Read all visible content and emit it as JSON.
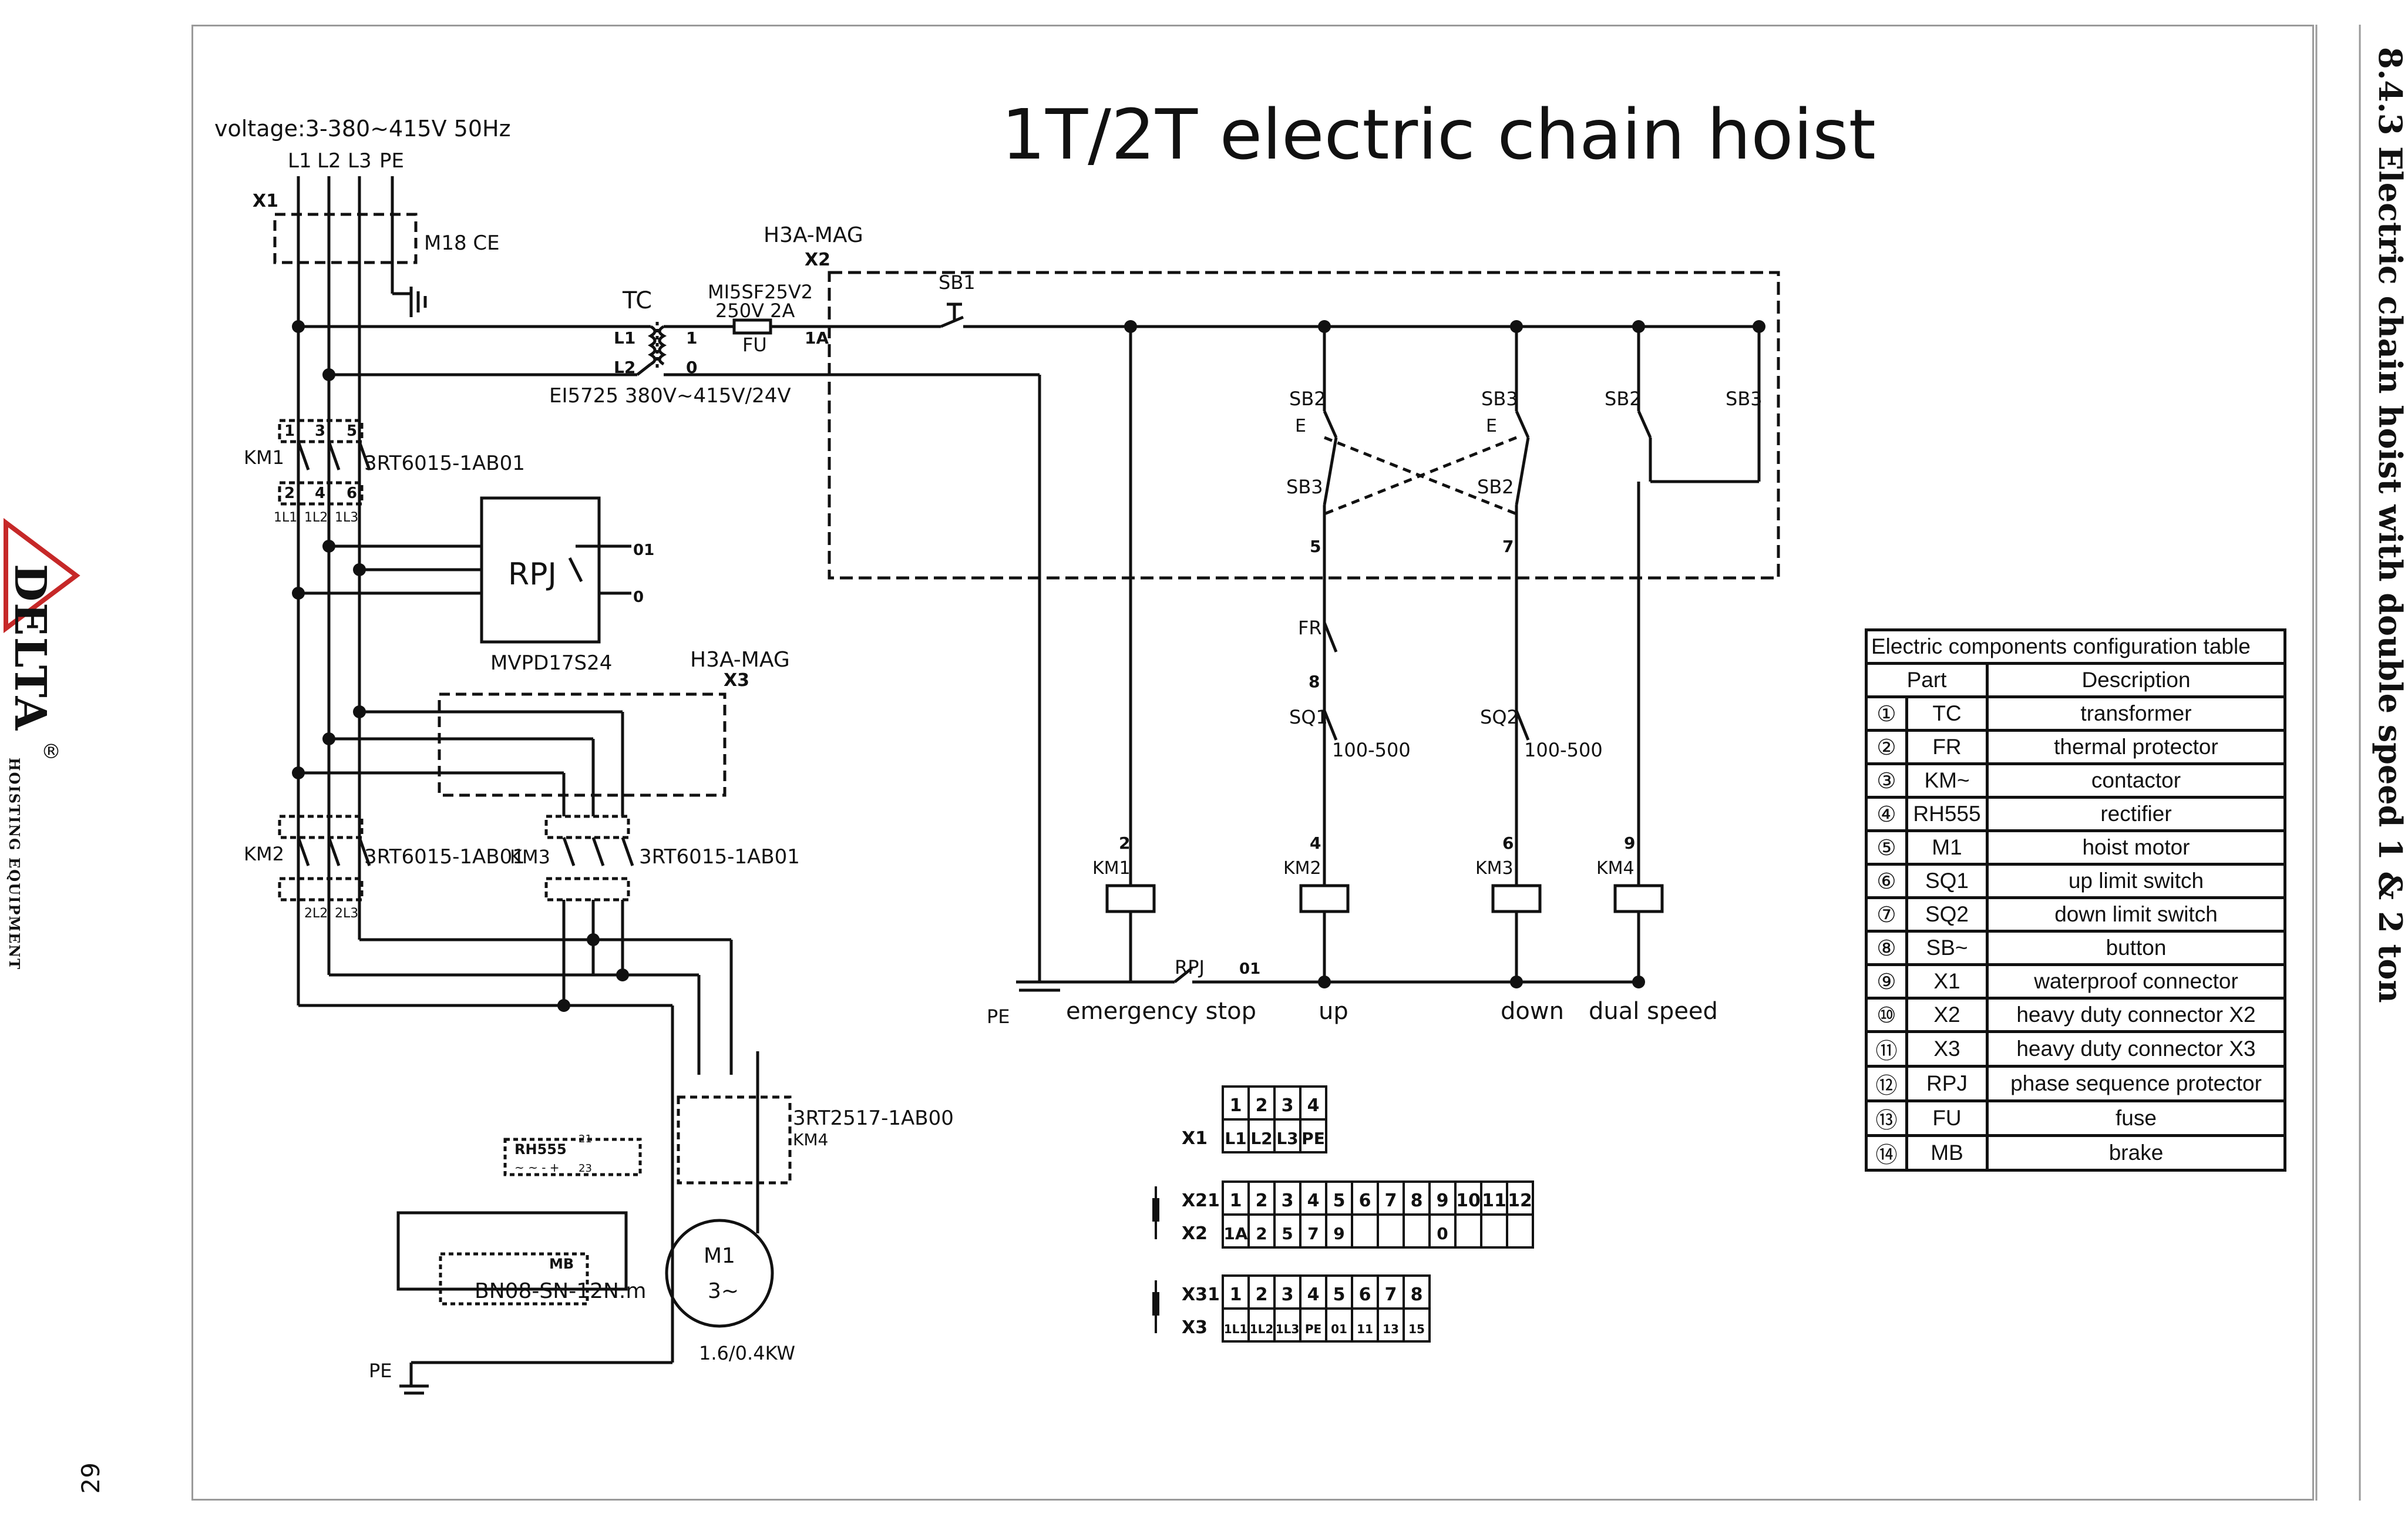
{
  "title": "1T/2T electric chain hoist",
  "side_title": "8.4.3 Electric chain hoist with double speed 1 & 2 ton",
  "page_number": "29",
  "logo": {
    "name": "DELTA",
    "registered": "®",
    "subtitle": "HOISTING EQUIPMENT"
  },
  "labels": {
    "voltage": "voltage:3-380~415V 50Hz",
    "l1": "L1",
    "l2": "L2",
    "l3": "L3",
    "pe": "PE",
    "x1": "X1",
    "x2": "X2",
    "x3": "X3",
    "m18": "M18  CE",
    "h3a_x2": "H3A-MAG",
    "h3a_x3": "H3A-MAG",
    "tc": "TC",
    "fuse_model": "MI5SF25V2",
    "fuse_rating": "250V 2A",
    "fu": "FU",
    "tc_l1": "L1",
    "tc_l2": "L2",
    "tc_1": "1",
    "tc_0": "0",
    "x2_1a": "1A",
    "transformer_model": "EI5725  380V~415V/24V",
    "km1": "KM1",
    "km2": "KM2",
    "km3": "KM3",
    "km4": "KM4",
    "contactor_model_1": "3RT6015-1AB01",
    "contactor_model_2": "3RT6015-1AB01",
    "contactor_model_3": "3RT6015-1AB01",
    "contactor_model_4": "3RT2517-1AB00",
    "t1": "1",
    "t3": "3",
    "t5": "5",
    "t2": "2",
    "t4": "4",
    "t6": "6",
    "km1_out": [
      "1L1",
      "1L2",
      "1L3"
    ],
    "km2_out": [
      "2L2",
      "2L3"
    ],
    "rpj": "RPJ",
    "rpj_model": "MVPD17S24",
    "rpj_01": "01",
    "rpj_0": "0",
    "rh555": "RH555",
    "rh555_pins": "~ ~ - +",
    "rh555_21": "21",
    "rh555_23": "23",
    "mb": "MB",
    "brake_model": "BN08-SN-12N.m",
    "motor": "M1",
    "motor_phase": "3~",
    "motor_power": "1.6/0.4KW",
    "sb1": "SB1",
    "sb2": "SB2",
    "sb3": "SB3",
    "sb2b": "SB2",
    "sb3b": "SB3",
    "sb3_lower": "SB3",
    "sb2_lower": "SB2",
    "e1": "E",
    "e2": "E",
    "fr": "FR",
    "sq1": "SQ1",
    "sq2": "SQ2",
    "range1": "100-500",
    "range2": "100-500",
    "w5": "5",
    "w7": "7",
    "w8": "8",
    "w2": "2",
    "w4": "4",
    "w6": "6",
    "w9": "9",
    "rpj_label": "RPJ",
    "rpj_01_b": "01",
    "pe_bottom": "PE",
    "pe_motor": "PE",
    "emergency_stop": "emergency stop",
    "up": "up",
    "down": "down",
    "dual_speed": "dual speed"
  },
  "connectors": {
    "x1": {
      "label": "X1",
      "pins": [
        "1",
        "2",
        "3",
        "4"
      ],
      "wires": [
        "L1",
        "L2",
        "L3",
        "PE"
      ]
    },
    "x2": {
      "label_top": "X21",
      "label_bottom": "X2",
      "pins": [
        "1",
        "2",
        "3",
        "4",
        "5",
        "6",
        "7",
        "8",
        "9",
        "10",
        "11",
        "12"
      ],
      "wires": [
        "1A",
        "2",
        "5",
        "7",
        "9",
        "",
        "",
        "",
        "0",
        "",
        "",
        ""
      ]
    },
    "x3": {
      "label_top": "X31",
      "label_bottom": "X3",
      "pins": [
        "1",
        "2",
        "3",
        "4",
        "5",
        "6",
        "7",
        "8"
      ],
      "wires": [
        "1L1",
        "1L2",
        "1L3",
        "PE",
        "01",
        "11",
        "13",
        "15"
      ]
    }
  },
  "config_table": {
    "title": "Electric components configuration table",
    "headers": [
      "Part",
      "Description"
    ],
    "rows": [
      {
        "num": "①",
        "part": "TC",
        "desc": "transformer"
      },
      {
        "num": "②",
        "part": "FR",
        "desc": "thermal protector"
      },
      {
        "num": "③",
        "part": "KM~",
        "desc": "contactor"
      },
      {
        "num": "④",
        "part": "RH555",
        "desc": "rectifier"
      },
      {
        "num": "⑤",
        "part": "M1",
        "desc": "hoist motor"
      },
      {
        "num": "⑥",
        "part": "SQ1",
        "desc": "up limit switch"
      },
      {
        "num": "⑦",
        "part": "SQ2",
        "desc": "down limit switch"
      },
      {
        "num": "⑧",
        "part": "SB~",
        "desc": "button"
      },
      {
        "num": "⑨",
        "part": "X1",
        "desc": "waterproof connector"
      },
      {
        "num": "⑩",
        "part": "X2",
        "desc": "heavy duty connector X2"
      },
      {
        "num": "⑪",
        "part": "X3",
        "desc": "heavy duty connector X3"
      },
      {
        "num": "⑫",
        "part": "RPJ",
        "desc": "phase sequence protector"
      },
      {
        "num": "⑬",
        "part": "FU",
        "desc": "fuse"
      },
      {
        "num": "⑭",
        "part": "MB",
        "desc": "brake"
      }
    ]
  }
}
